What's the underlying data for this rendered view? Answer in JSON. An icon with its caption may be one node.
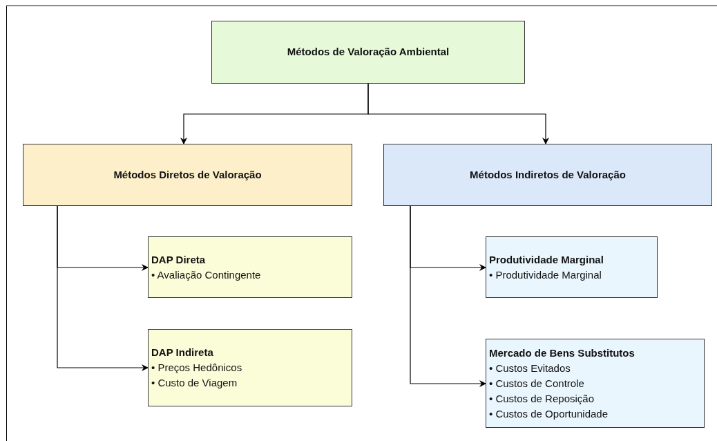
{
  "diagram": {
    "nodes": [
      {
        "text": [
          "Métodos de Valoração Ambiental"
        ]
      },
      {
        "text": [
          "Métodos Diretos de Valoração"
        ]
      },
      {
        "text": [
          "Métodos Indiretos de Valoração"
        ]
      },
      {
        "text": [
          "DAP Direta",
          "• Avaliação Contingente"
        ]
      },
      {
        "text": [
          "DAP Indireta",
          "• Preços Hedônicos",
          "• Custo de Viagem"
        ]
      },
      {
        "text": [
          "Produtividade Marginal",
          "• Produtividade Marginal"
        ]
      },
      {
        "text": [
          "Mercado de Bens Substitutos",
          "• Custos Evitados",
          "• Custos de Controle",
          "• Custos de Reposição",
          "• Custos de Oportunidade"
        ]
      }
    ],
    "edges": [
      {
        "from": 0,
        "to": 1,
        "arrow": "to"
      },
      {
        "from": 0,
        "to": 2,
        "arrow": "to"
      },
      {
        "from": 1,
        "to": 3,
        "arrow": "to"
      },
      {
        "from": 1,
        "to": 4,
        "arrow": "to"
      },
      {
        "from": 2,
        "to": 5,
        "arrow": "to"
      },
      {
        "from": 2,
        "to": 6,
        "arrow": "to"
      }
    ]
  }
}
